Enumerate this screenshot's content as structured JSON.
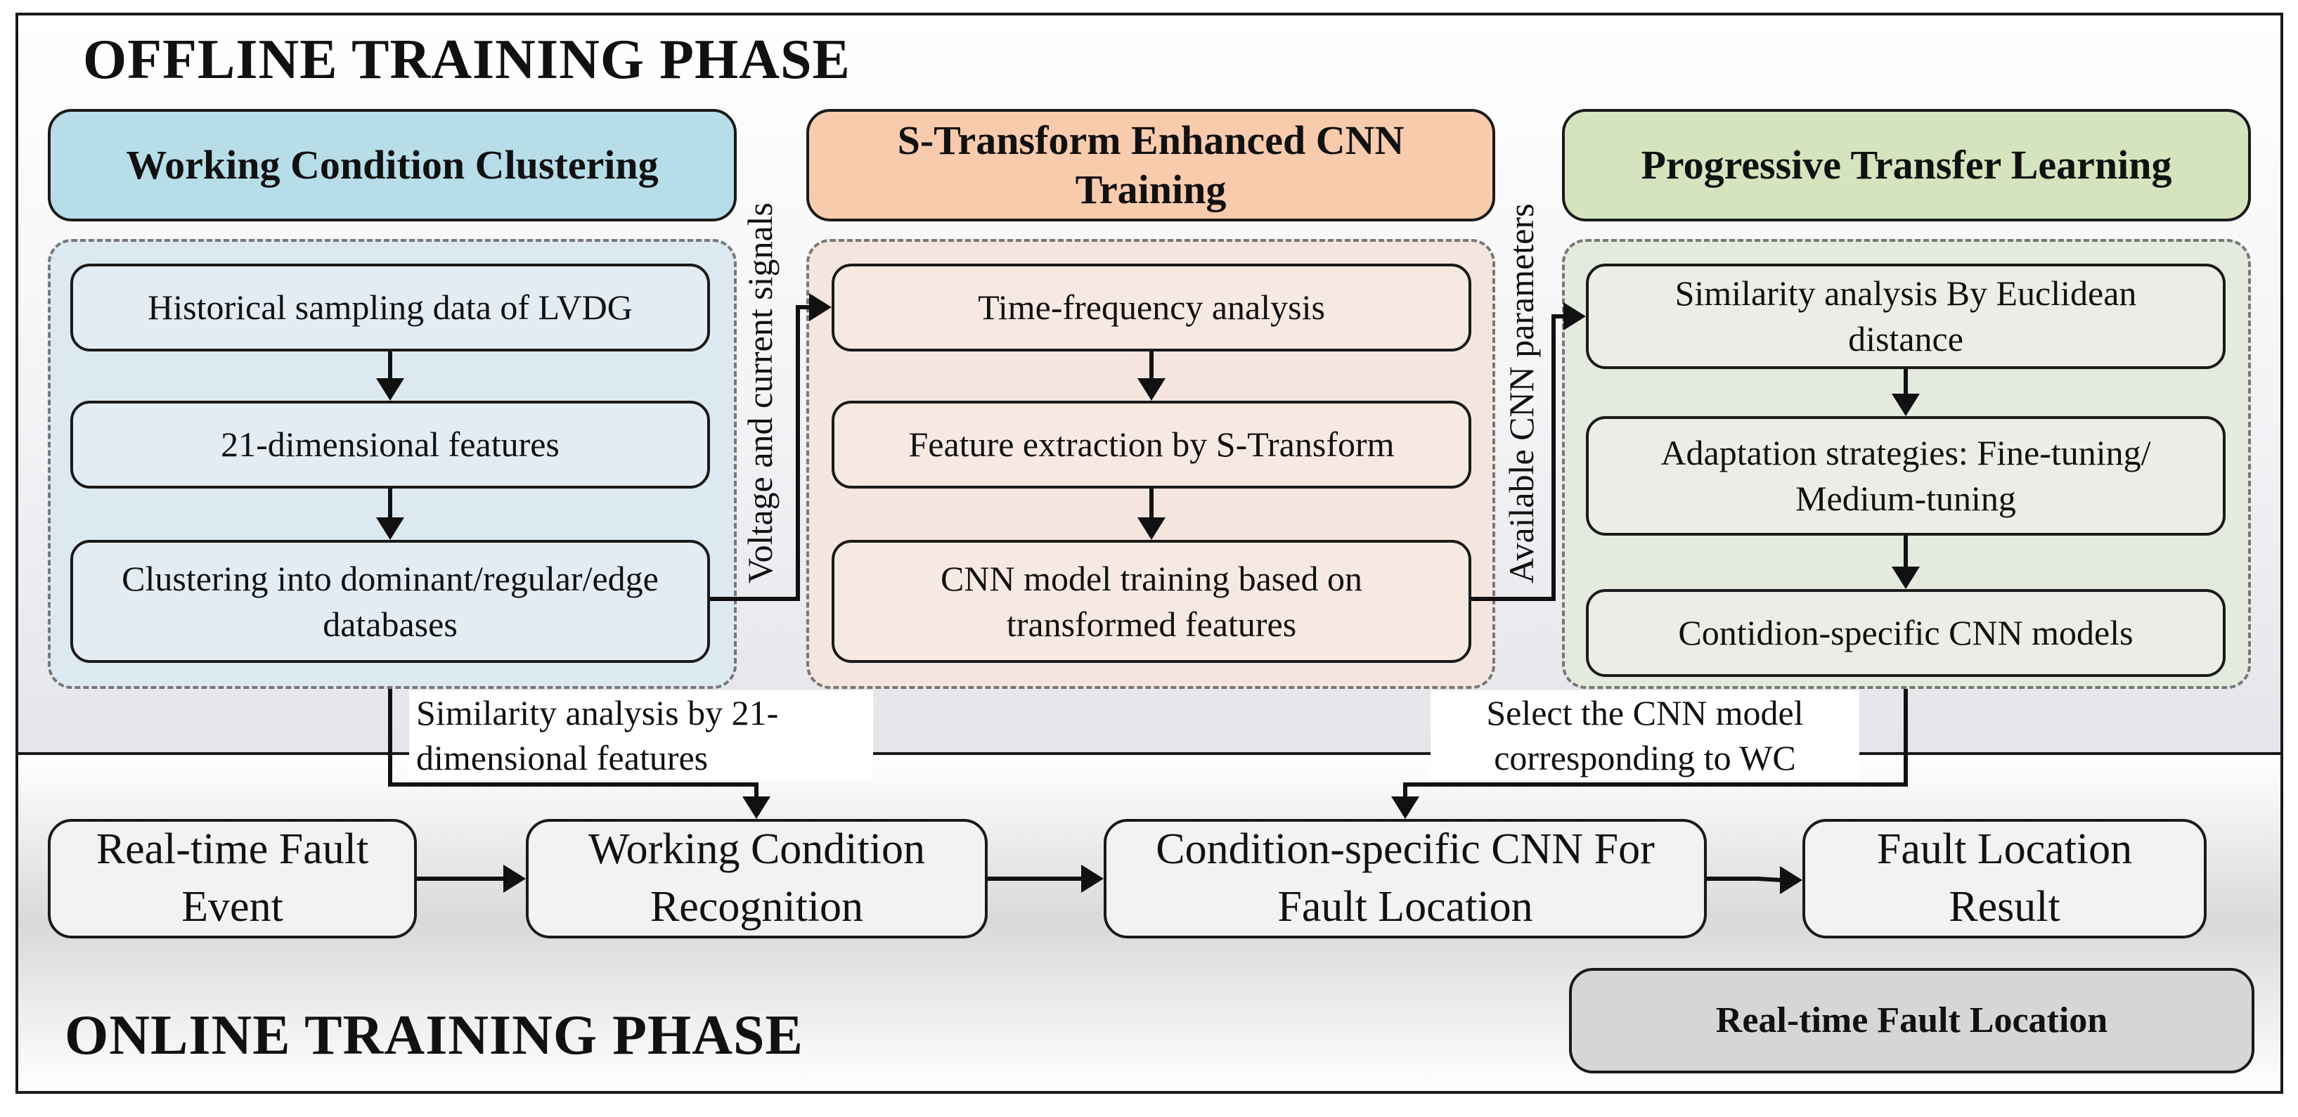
{
  "offline": {
    "title": "OFFLINE TRAINING PHASE",
    "clustering": {
      "header": "Working Condition Clustering",
      "color": "#b7dde8",
      "steps": [
        "Historical sampling data of LVDG",
        "21-dimensional features",
        "Clustering into dominant/regular/edge databases"
      ]
    },
    "cnn": {
      "header": "S-Transform Enhanced CNN Training",
      "color": "#f8cbad",
      "steps": [
        "Time-frequency analysis",
        "Feature extraction by S-Transform",
        "CNN model training based on transformed features"
      ]
    },
    "transfer": {
      "header": "Progressive Transfer Learning",
      "color": "#d5e4bf",
      "steps": [
        "Similarity analysis By Euclidean distance",
        "Adaptation strategies: Fine-tuning/ Medium-tuning",
        "Contidion-specific CNN models"
      ]
    },
    "link1_label": "Voltage and current signals",
    "link2_label": "Available CNN parameters"
  },
  "connectors": {
    "similarity_label": "Similarity analysis by 21-dimensional features",
    "select_label": "Select the CNN model corresponding to WC"
  },
  "online": {
    "title": "ONLINE TRAINING PHASE",
    "steps": [
      "Real-time Fault Event",
      "Working Condition Recognition",
      "Condition-specific CNN For Fault Location",
      "Fault Location Result"
    ],
    "legend": "Real-time Fault Location"
  }
}
